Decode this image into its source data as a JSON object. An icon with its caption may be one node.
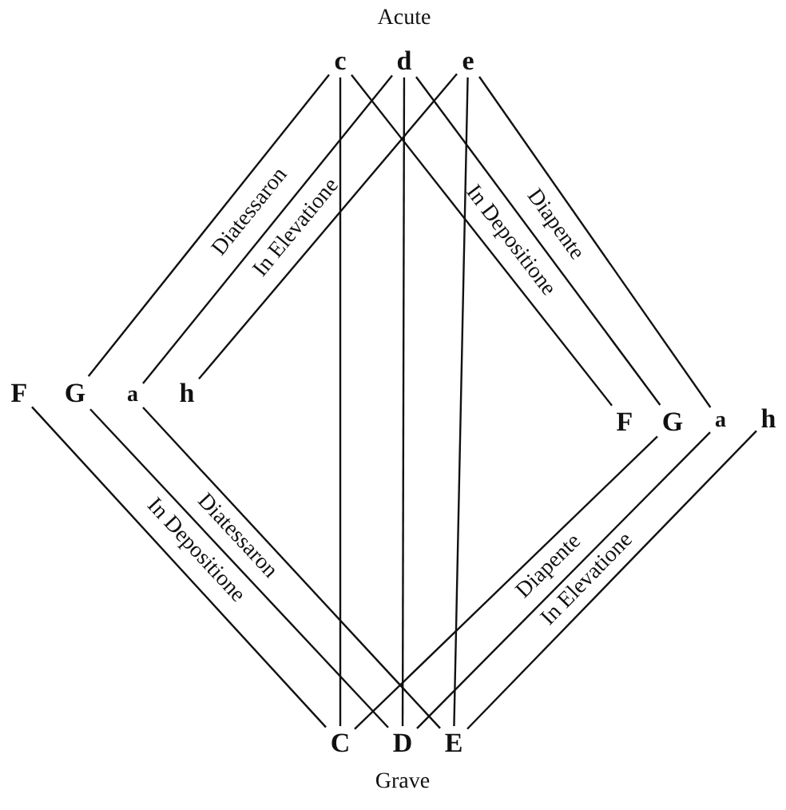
{
  "diagram": {
    "nodes": [
      {
        "text": [
          "c"
        ]
      },
      {
        "text": [
          "d"
        ]
      },
      {
        "text": [
          "e"
        ]
      },
      {
        "text": [
          "F"
        ]
      },
      {
        "text": [
          "G"
        ]
      },
      {
        "text": [
          "a"
        ]
      },
      {
        "text": [
          "h"
        ]
      },
      {
        "text": [
          "F"
        ]
      },
      {
        "text": [
          "G"
        ]
      },
      {
        "text": [
          "a"
        ]
      },
      {
        "text": [
          "h"
        ]
      },
      {
        "text": [
          "C"
        ]
      },
      {
        "text": [
          "D"
        ]
      },
      {
        "text": [
          "E"
        ]
      }
    ],
    "edges": [
      {
        "from": 0,
        "to": 4,
        "arrow": "none"
      },
      {
        "from": 1,
        "to": 5,
        "arrow": "none"
      },
      {
        "from": 2,
        "to": 6,
        "arrow": "none"
      },
      {
        "from": 0,
        "to": 7,
        "arrow": "none"
      },
      {
        "from": 1,
        "to": 8,
        "arrow": "none"
      },
      {
        "from": 2,
        "to": 9,
        "arrow": "none"
      },
      {
        "from": 0,
        "to": 11,
        "arrow": "none"
      },
      {
        "from": 1,
        "to": 12,
        "arrow": "none"
      },
      {
        "from": 2,
        "to": 13,
        "arrow": "none"
      },
      {
        "from": 3,
        "to": 11,
        "arrow": "none"
      },
      {
        "from": 4,
        "to": 12,
        "arrow": "none"
      },
      {
        "from": 5,
        "to": 13,
        "arrow": "none"
      },
      {
        "from": 11,
        "to": 8,
        "arrow": "none"
      },
      {
        "from": 12,
        "to": 9,
        "arrow": "none"
      },
      {
        "from": 13,
        "to": 10,
        "arrow": "none"
      }
    ],
    "labels": [
      "Acute",
      "Diatessaron",
      "In Elevatione",
      "In Depositione",
      "Diapente",
      "Diatessaron",
      "In Depositione",
      "Diapente",
      "In Elevatione",
      "Grave"
    ]
  }
}
